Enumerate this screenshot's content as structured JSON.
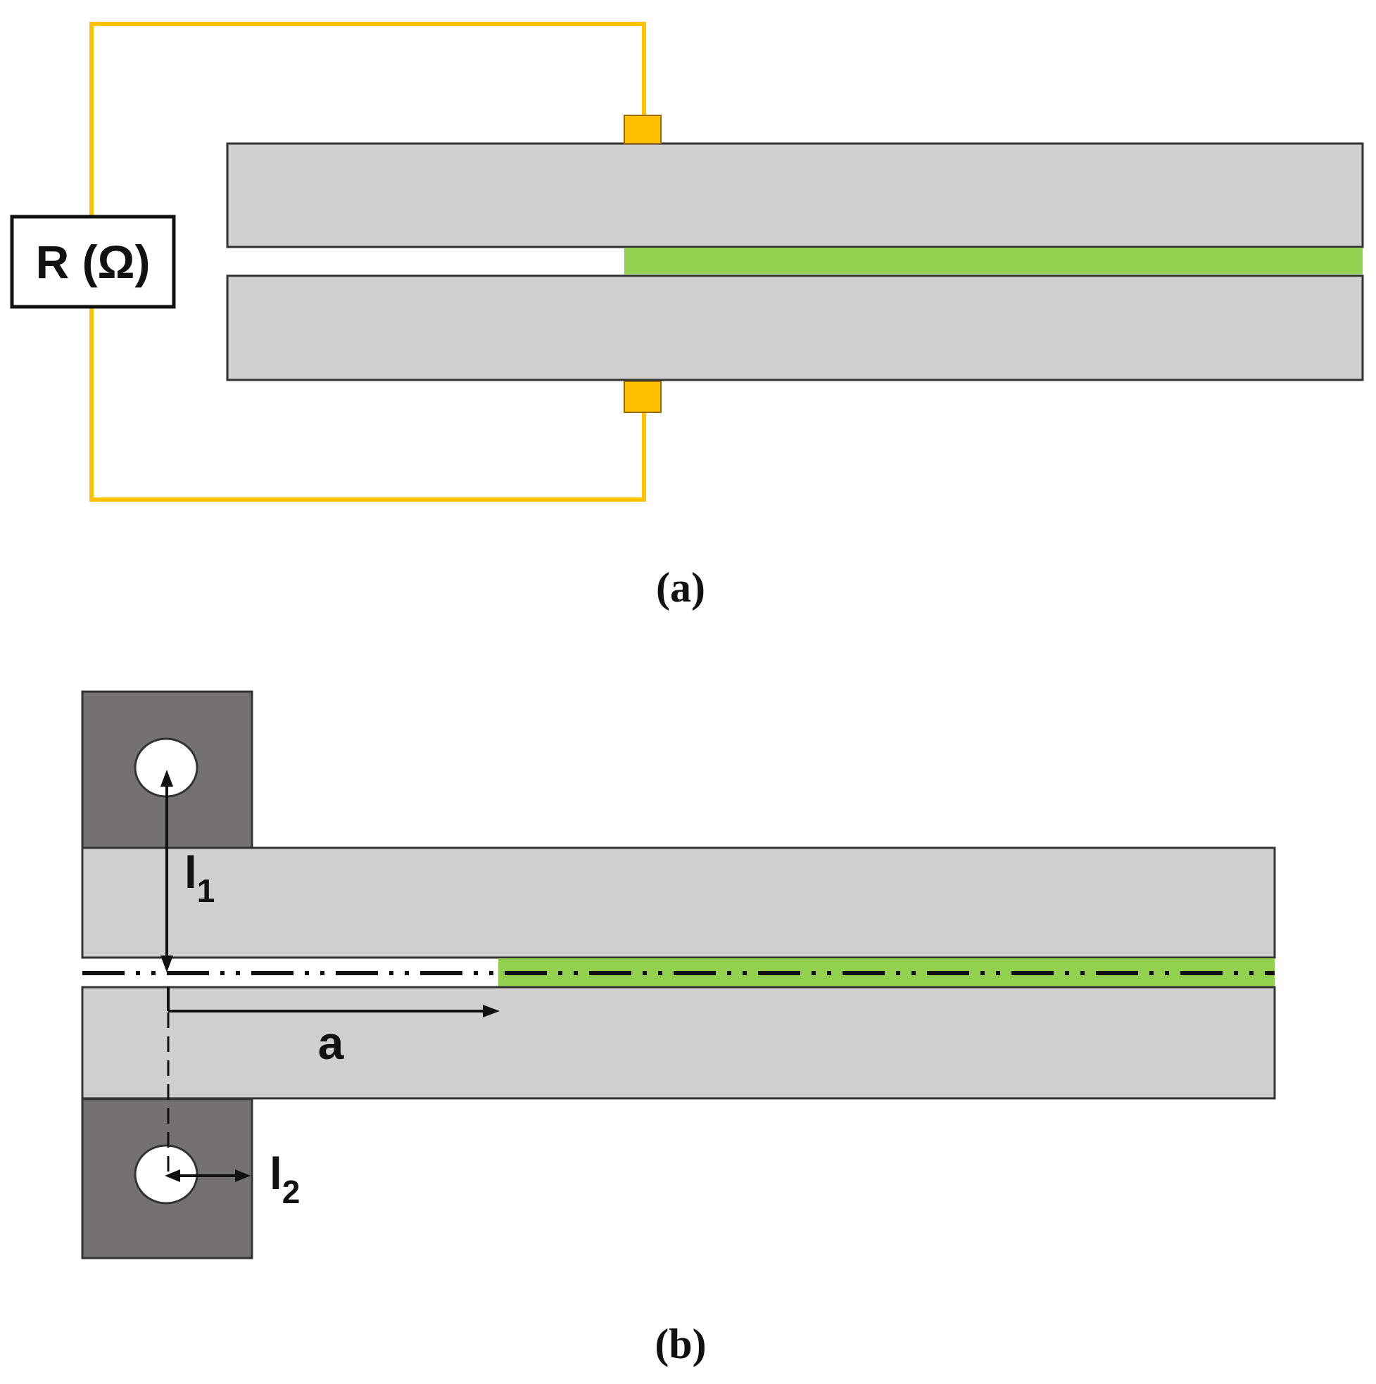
{
  "panel_a": {
    "caption": "(a)",
    "meter_label": "R (Ω)"
  },
  "panel_b": {
    "caption": "(b)",
    "label_l1_main": "l",
    "label_l1_sub": "1",
    "label_l2_main": "l",
    "label_l2_sub": "2",
    "label_a": "a"
  },
  "colors": {
    "beam_fill": "#d0cecf",
    "adhesive_green": "#92d050",
    "wire_yellow": "#ffc000",
    "electrode_orange": "#ffc000",
    "fixture_gray": "#767171",
    "outline": "#333333"
  }
}
